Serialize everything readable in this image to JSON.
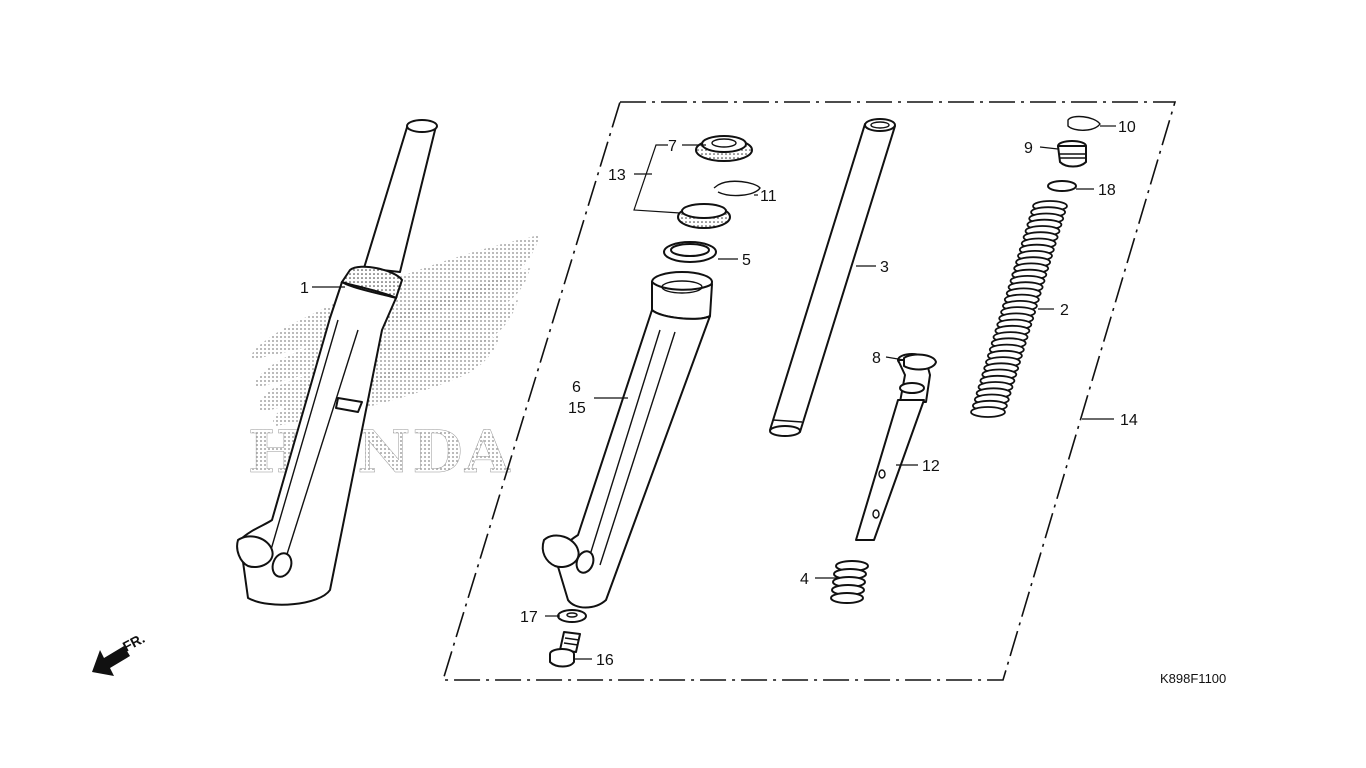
{
  "diagram": {
    "brand_watermark": "HONDA",
    "direction_marker": "FR.",
    "drawing_code": "K898F1100",
    "callouts": [
      {
        "id": "c1",
        "label": "1"
      },
      {
        "id": "c2",
        "label": "2"
      },
      {
        "id": "c3",
        "label": "3"
      },
      {
        "id": "c4",
        "label": "4"
      },
      {
        "id": "c5",
        "label": "5"
      },
      {
        "id": "c6",
        "label": "6"
      },
      {
        "id": "c7",
        "label": "7"
      },
      {
        "id": "c8",
        "label": "8"
      },
      {
        "id": "c9",
        "label": "9"
      },
      {
        "id": "c10",
        "label": "10"
      },
      {
        "id": "c11",
        "label": "11"
      },
      {
        "id": "c12",
        "label": "12"
      },
      {
        "id": "c13",
        "label": "13"
      },
      {
        "id": "c14",
        "label": "14"
      },
      {
        "id": "c15",
        "label": "15"
      },
      {
        "id": "c16",
        "label": "16"
      },
      {
        "id": "c17",
        "label": "17"
      },
      {
        "id": "c18",
        "label": "18"
      }
    ],
    "colors": {
      "line": "#111111",
      "watermark": "#9a9a9a",
      "background": "#ffffff"
    }
  }
}
